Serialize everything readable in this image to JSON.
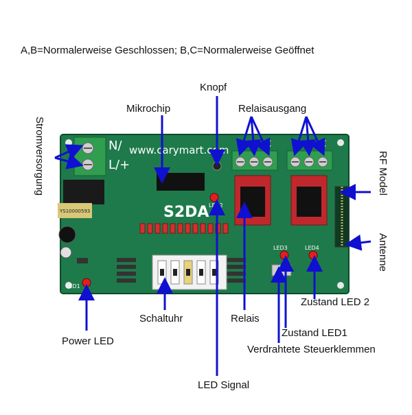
{
  "header": {
    "note": "A,B=Normalerweise Geschlossen; B,C=Normalerweise Geöffnet"
  },
  "labels": {
    "knopf": "Knopf",
    "mikrochip": "Mikrochip",
    "relaisausgang": "Relaisausgang",
    "stromversorgung": "Stromversorgung",
    "rf_model": "RF Model",
    "antenne": "Antenne",
    "schaltuhr": "Schaltuhr",
    "relais": "Relais",
    "zustand_led2": "Zustand LED 2",
    "zustand_led1": "Zustand LED1",
    "verdrahtete": "Verdrahtete Steuerklemmen",
    "power_led": "Power LED",
    "led_signal": "LED Signal"
  },
  "board": {
    "silk_n": "N/",
    "silk_l": "L/+",
    "silk_url": "www.carymart.com",
    "silk_model": "S2DA",
    "terminal_letters": [
      "A",
      "B",
      "C",
      "A",
      "B",
      "C"
    ],
    "led_names": [
      "LED1",
      "LED2",
      "LED3",
      "LED4"
    ],
    "module_label": "YS10000593"
  },
  "colors": {
    "pcb": "#1e7a4a",
    "pcb_dark": "#145c36",
    "arrow": "#1010d0",
    "terminal": "#2f9e4f",
    "relay": "#c0282d"
  }
}
